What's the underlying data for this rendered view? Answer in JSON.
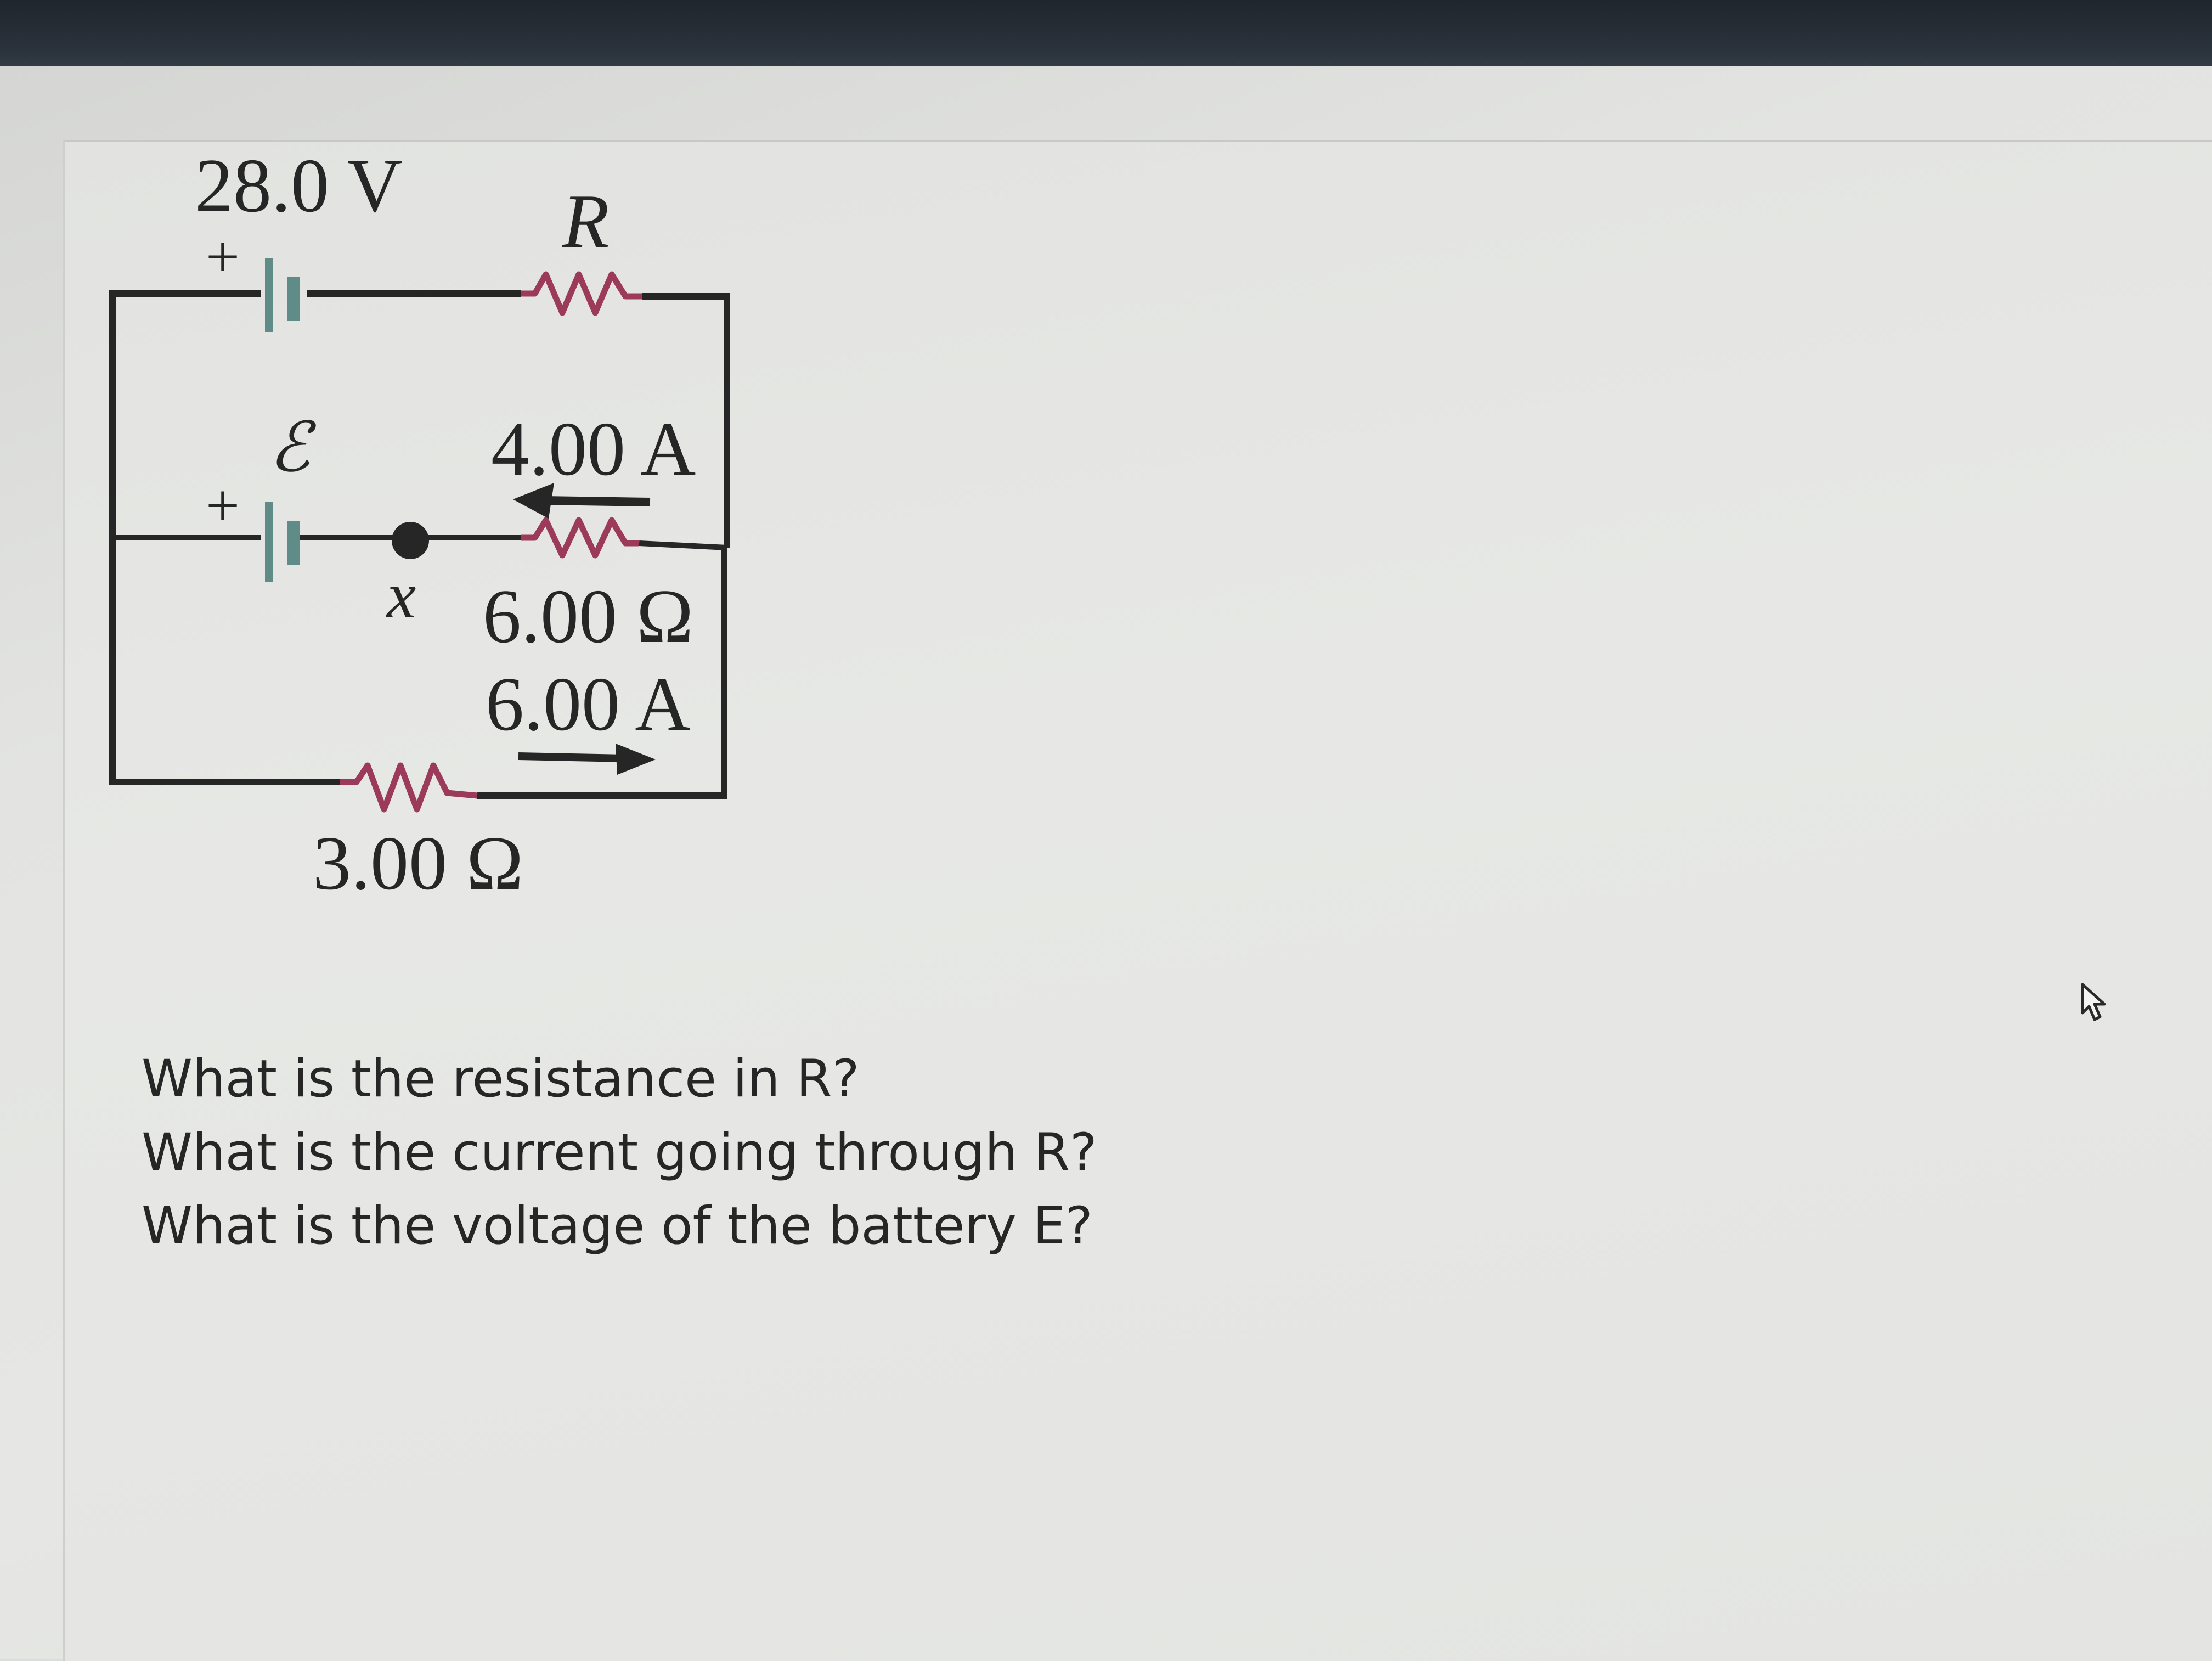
{
  "circuit": {
    "battery_top_voltage": "28.0 V",
    "top_resistor_label": "R",
    "battery_mid_label": "ℰ",
    "plus_sign_top": "+",
    "plus_sign_mid": "+",
    "mid_current": "4.00 A",
    "point_label": "x",
    "mid_resistance": "6.00 Ω",
    "bottom_current": "6.00 A",
    "bottom_resistance": "3.00 Ω"
  },
  "questions": [
    "What is the resistance in R?",
    "What is the current going through R?",
    "What is the voltage of the battery E?"
  ],
  "colors": {
    "wire": "#262626",
    "resistor": "#9b3a5a",
    "battery": "#5f8c86"
  },
  "icons": {
    "cursor": "mouse-pointer-icon"
  }
}
